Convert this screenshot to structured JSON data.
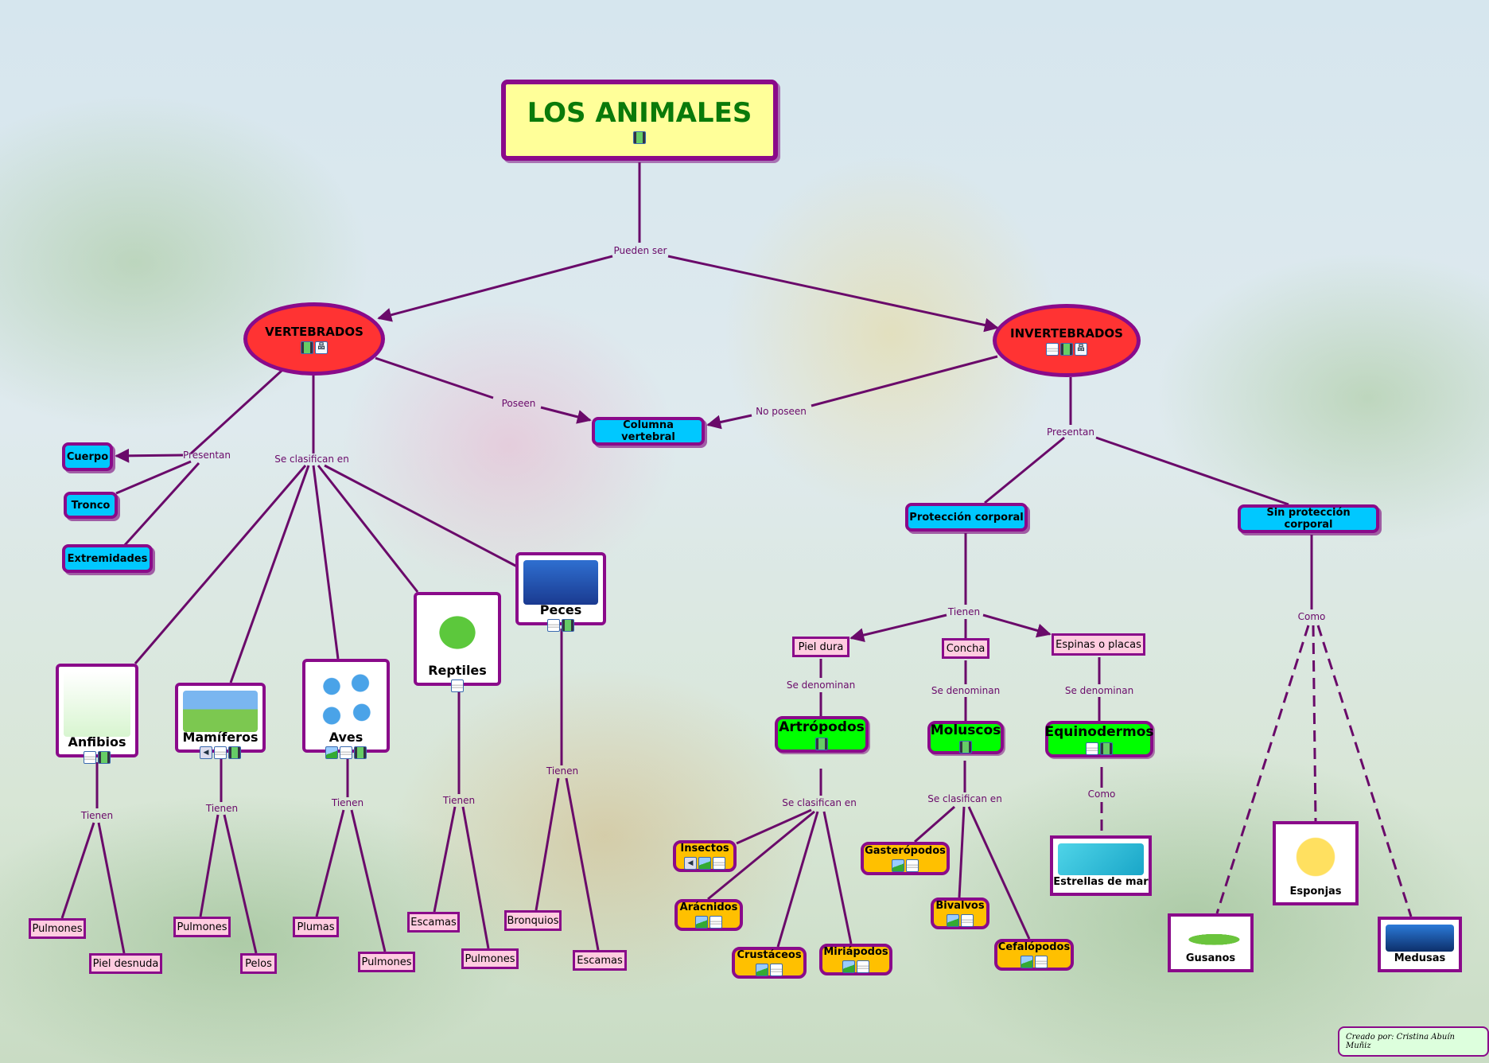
{
  "title": "LOS ANIMALES",
  "colors": {
    "border": "#8a0a8a",
    "link": "#6a0a6a",
    "title_fill": "#ffff99",
    "title_text": "#0a7a0a",
    "category_fill": "#ff3333",
    "attribute_fill": "#00c8ff",
    "leaf_fill": "#ffcce0",
    "group_fill": "#00ff00",
    "subgroup_fill": "#ffc000"
  },
  "nodes": {
    "root": {
      "label": "LOS ANIMALES",
      "icons": [
        "film-icon"
      ]
    },
    "vertebrados": {
      "label": "VERTEBRADOS",
      "icons": [
        "film-icon",
        "concept-map-icon"
      ]
    },
    "invertebrados": {
      "label": "INVERTEBRADOS",
      "icons": [
        "document-icon",
        "film-icon",
        "concept-map-icon"
      ]
    },
    "columna": {
      "label": "Columna vertebral"
    },
    "cuerpo": {
      "label": "Cuerpo"
    },
    "tronco": {
      "label": "Tronco"
    },
    "extremidades": {
      "label": "Extremidades"
    },
    "anfibios": {
      "label": "Anfibios",
      "icons": [
        "document-icon",
        "film-icon"
      ]
    },
    "mamiferos": {
      "label": "Mamíferos",
      "icons": [
        "audio-icon",
        "document-icon",
        "film-icon"
      ]
    },
    "aves": {
      "label": "Aves",
      "icons": [
        "image-icon",
        "document-icon",
        "film-icon"
      ]
    },
    "reptiles": {
      "label": "Reptiles",
      "icons": [
        "document-icon"
      ]
    },
    "peces": {
      "label": "Peces",
      "icons": [
        "document-icon",
        "film-icon"
      ]
    },
    "anf_pulmones": {
      "label": "Pulmones"
    },
    "anf_piel": {
      "label": "Piel desnuda"
    },
    "mam_pulmones": {
      "label": "Pulmones"
    },
    "mam_pelos": {
      "label": "Pelos"
    },
    "aves_plumas": {
      "label": "Plumas"
    },
    "aves_pulmones": {
      "label": "Pulmones"
    },
    "rep_escamas": {
      "label": "Escamas"
    },
    "rep_pulmones": {
      "label": "Pulmones"
    },
    "pec_bronquios": {
      "label": "Bronquios"
    },
    "pec_escamas": {
      "label": "Escamas"
    },
    "proteccion": {
      "label": "Protección corporal"
    },
    "sinproteccion": {
      "label": "Sin protección corporal"
    },
    "pieldura": {
      "label": "Piel dura"
    },
    "concha": {
      "label": "Concha"
    },
    "espinas": {
      "label": "Espinas o placas"
    },
    "artropodos": {
      "label": "Artrópodos",
      "icons": [
        "film-icon"
      ]
    },
    "moluscos": {
      "label": "Moluscos",
      "icons": [
        "film-icon"
      ]
    },
    "equinodermos": {
      "label": "Equinodermos",
      "icons": [
        "document-icon",
        "film-icon"
      ]
    },
    "insectos": {
      "label": "Insectos",
      "icons": [
        "audio-icon",
        "image-icon",
        "document-icon"
      ]
    },
    "aracnidos": {
      "label": "Arácnidos",
      "icons": [
        "image-icon",
        "document-icon"
      ]
    },
    "crustaceos": {
      "label": "Crustáceos",
      "icons": [
        "image-icon",
        "document-icon"
      ]
    },
    "miriapodos": {
      "label": "Miriápodos",
      "icons": [
        "image-icon",
        "document-icon"
      ]
    },
    "gasteropodos": {
      "label": "Gasterópodos",
      "icons": [
        "image-icon",
        "document-icon"
      ]
    },
    "bivalvos": {
      "label": "Bivalvos",
      "icons": [
        "image-icon",
        "document-icon"
      ]
    },
    "cefalopodos": {
      "label": "Cefalópodos",
      "icons": [
        "image-icon",
        "document-icon"
      ]
    },
    "estrellas": {
      "label": "Estrellas de mar"
    },
    "gusanos": {
      "label": "Gusanos"
    },
    "esponjas": {
      "label": "Esponjas"
    },
    "medusas": {
      "label": "Medusas"
    }
  },
  "link_labels": {
    "pueden_ser": "Pueden ser",
    "poseen": "Poseen",
    "no_poseen": "No poseen",
    "presentan_v": "Presentan",
    "se_clasifican_v": "Se clasifican en",
    "presentan_i": "Presentan",
    "tienen_anf": "Tienen",
    "tienen_mam": "Tienen",
    "tienen_aves": "Tienen",
    "tienen_rep": "Tienen",
    "tienen_pec": "Tienen",
    "tienen_prot": "Tienen",
    "se_denominan_1": "Se denominan",
    "se_denominan_2": "Se denominan",
    "se_denominan_3": "Se denominan",
    "se_clasifican_art": "Se clasifican en",
    "se_clasifican_mol": "Se clasifican en",
    "como_equi": "Como",
    "como_sin": "Como"
  },
  "credit": "Creado por: Cristina Abuín Muñiz"
}
